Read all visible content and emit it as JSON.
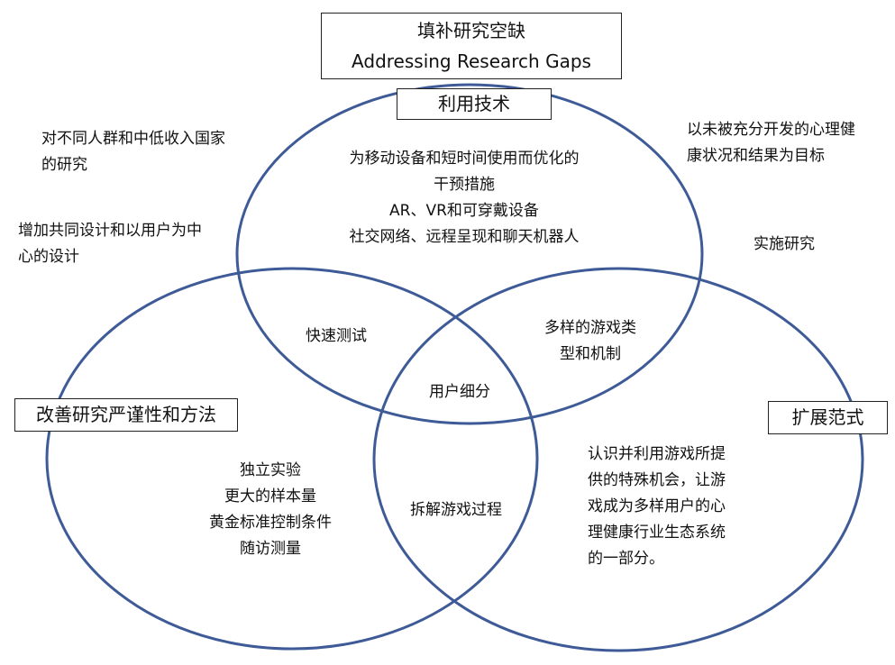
{
  "title": {
    "zh": "填补研究空缺",
    "en": "Addressing Research Gaps"
  },
  "circles": {
    "technology": {
      "label": "利用技术",
      "items": [
        "为移动设备和短时间使用而优化的",
        "干预措施",
        "AR、VR和可穿戴设备",
        "社交网络、远程呈现和聊天机器人"
      ]
    },
    "rigor": {
      "label": "改善研究严谨性和方法",
      "items": [
        "独立实验",
        "更大的样本量",
        "黄金标准控制条件",
        "随访测量"
      ]
    },
    "paradigm": {
      "label": "扩展范式",
      "items": [
        "认识并利用游戏所提",
        "供的特殊机会，让游",
        "戏成为多样用户的心",
        "理健康行业生态系统",
        "的一部分。"
      ]
    }
  },
  "overlaps": {
    "tech_rigor": "快速测试",
    "tech_paradigm": [
      "多样的游戏类",
      "型和机制"
    ],
    "rigor_paradigm": "拆解游戏过程",
    "center": "用户细分"
  },
  "outside": {
    "left_top": [
      "对不同人群和中低收入国家",
      "的研究"
    ],
    "left_mid": [
      "增加共同设计和以用户为中",
      "心的设计"
    ],
    "right_top": [
      "以未被充分开发的心理健",
      "康状况和结果为目标"
    ],
    "right_mid": "实施研究"
  },
  "colors": {
    "circle_stroke": "#3e5b98",
    "text": "#111111"
  }
}
